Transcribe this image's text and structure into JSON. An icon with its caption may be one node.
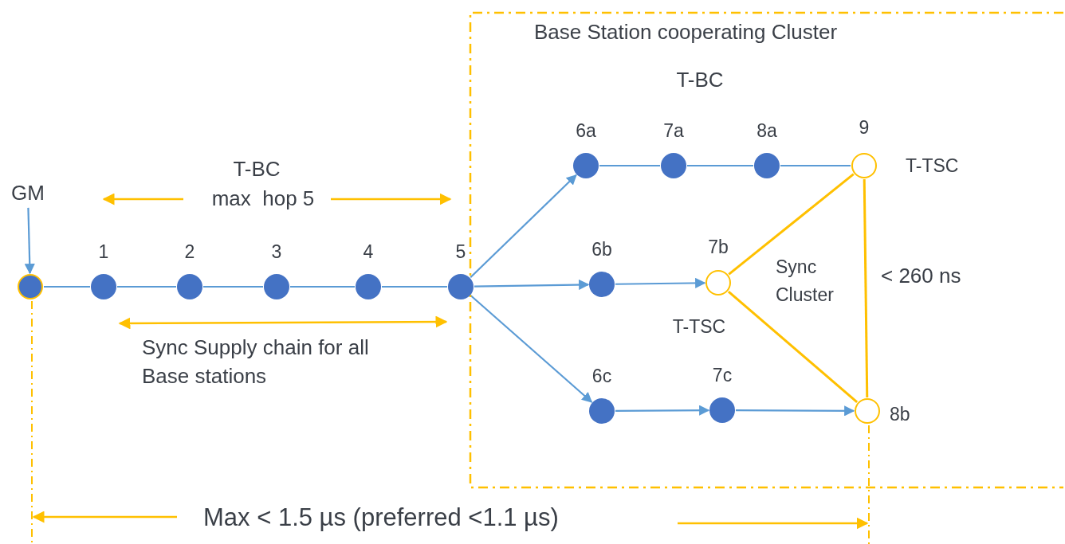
{
  "diagram": {
    "nodes": [
      {
        "text": [
          "Base Station cooperating Cluster"
        ]
      },
      {
        "text": [
          "GM"
        ]
      },
      {
        "text": [],
        "shape": "circle"
      },
      {
        "text": [],
        "shape": "circle",
        "beside": [
          "1"
        ]
      },
      {
        "text": [],
        "shape": "circle",
        "beside": [
          "2"
        ]
      },
      {
        "text": [],
        "shape": "circle",
        "beside": [
          "3"
        ]
      },
      {
        "text": [],
        "shape": "circle",
        "beside": [
          "4"
        ]
      },
      {
        "text": [],
        "shape": "circle",
        "beside": [
          "5"
        ]
      },
      {
        "text": [],
        "shape": "circle",
        "beside": [
          "6a"
        ],
        "in": 0
      },
      {
        "text": [],
        "shape": "circle",
        "beside": [
          "7a"
        ],
        "in": 0
      },
      {
        "text": [],
        "shape": "circle",
        "beside": [
          "8a"
        ],
        "in": 0
      },
      {
        "text": [],
        "shape": "circle",
        "beside": [
          "9",
          "T-TSC"
        ],
        "in": 0
      },
      {
        "text": [],
        "shape": "circle",
        "beside": [
          "6b"
        ],
        "in": 0
      },
      {
        "text": [],
        "shape": "circle",
        "beside": [
          "7b",
          "T-TSC"
        ],
        "in": 0
      },
      {
        "text": [],
        "shape": "circle",
        "beside": [
          "6c"
        ],
        "in": 0
      },
      {
        "text": [],
        "shape": "circle",
        "beside": [
          "7c"
        ],
        "in": 0
      },
      {
        "text": [],
        "shape": "circle",
        "beside": [
          "8b"
        ],
        "in": 0
      }
    ],
    "edges": [
      {
        "from": 1,
        "to": 2,
        "arrow": "to"
      },
      {
        "from": 2,
        "to": 3,
        "arrow": "none"
      },
      {
        "from": 3,
        "to": 4,
        "arrow": "none"
      },
      {
        "from": 4,
        "to": 5,
        "arrow": "none"
      },
      {
        "from": 5,
        "to": 6,
        "arrow": "none"
      },
      {
        "from": 6,
        "to": 7,
        "arrow": "none"
      },
      {
        "from": 7,
        "to": 8,
        "arrow": "to"
      },
      {
        "from": 7,
        "to": 12,
        "arrow": "to"
      },
      {
        "from": 7,
        "to": 14,
        "arrow": "to"
      },
      {
        "from": 8,
        "to": 9,
        "arrow": "none"
      },
      {
        "from": 9,
        "to": 10,
        "arrow": "none"
      },
      {
        "from": 10,
        "to": 11,
        "arrow": "none"
      },
      {
        "from": 12,
        "to": 13,
        "arrow": "to"
      },
      {
        "from": 14,
        "to": 15,
        "arrow": "to"
      },
      {
        "from": 15,
        "to": 16,
        "arrow": "to"
      },
      {
        "from": 13,
        "to": 11,
        "arrow": "none",
        "color": "#ffc000"
      },
      {
        "from": 13,
        "to": 16,
        "arrow": "none",
        "color": "#ffc000"
      },
      {
        "from": 11,
        "to": 16,
        "arrow": "none",
        "color": "#ffc000"
      }
    ],
    "labels": [
      "T-BC",
      "max  hop 5",
      "Sync Supply chain for all Base stations",
      "T-BC",
      "Sync Cluster",
      "< 260 ns",
      "Max < 1.5 µs (preferred <1.1 µs)"
    ]
  }
}
